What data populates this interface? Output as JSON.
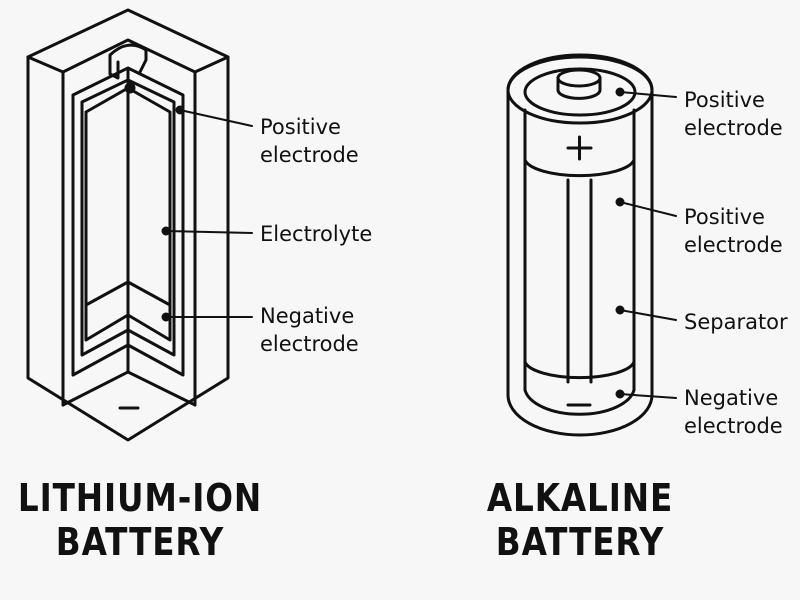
{
  "lithium_ion": {
    "title_line1": "LITHIUM-ION",
    "title_line2": "BATTERY",
    "labels": [
      {
        "line1": "Positive",
        "line2": "electrode"
      },
      {
        "line1": "Electrolyte",
        "line2": ""
      },
      {
        "line1": "Negative",
        "line2": "electrode"
      }
    ],
    "terminal_symbol": "−"
  },
  "alkaline": {
    "title_line1": "ALKALINE",
    "title_line2": "BATTERY",
    "labels": [
      {
        "line1": "Positive",
        "line2": "electrode"
      },
      {
        "line1": "Positive",
        "line2": "electrode"
      },
      {
        "line1": "Separator",
        "line2": ""
      },
      {
        "line1": "Negative",
        "line2": "electrode"
      }
    ],
    "plus_symbol": "+",
    "minus_symbol": "−"
  },
  "colors": {
    "ink": "#111111",
    "background": "#f7f7f7"
  }
}
